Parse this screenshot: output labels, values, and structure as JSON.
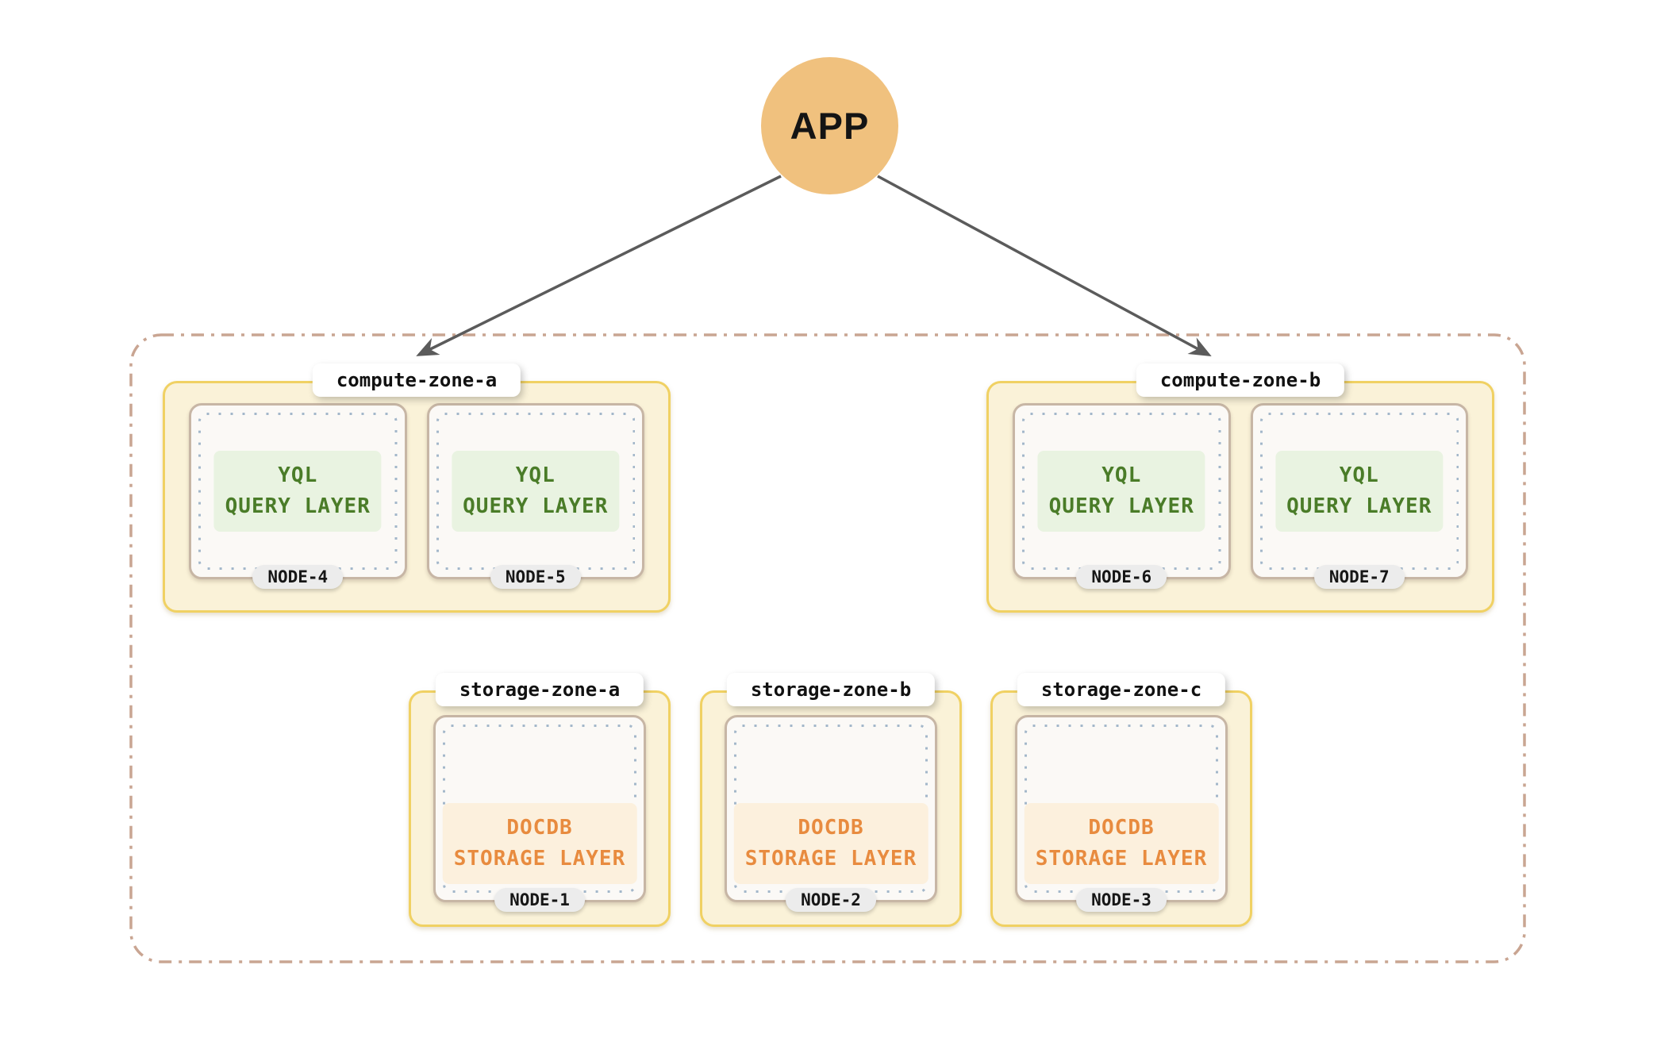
{
  "app": {
    "label": "APP"
  },
  "cluster": {
    "compute_zones": [
      {
        "label": "compute-zone-a",
        "nodes": [
          {
            "name": "NODE-4",
            "layer": {
              "line1": "YQL",
              "line2": "QUERY LAYER"
            }
          },
          {
            "name": "NODE-5",
            "layer": {
              "line1": "YQL",
              "line2": "QUERY LAYER"
            }
          }
        ]
      },
      {
        "label": "compute-zone-b",
        "nodes": [
          {
            "name": "NODE-6",
            "layer": {
              "line1": "YQL",
              "line2": "QUERY LAYER"
            }
          },
          {
            "name": "NODE-7",
            "layer": {
              "line1": "YQL",
              "line2": "QUERY LAYER"
            }
          }
        ]
      }
    ],
    "storage_zones": [
      {
        "label": "storage-zone-a",
        "nodes": [
          {
            "name": "NODE-1",
            "layer": {
              "line1": "DOCDB",
              "line2": "STORAGE LAYER"
            }
          }
        ]
      },
      {
        "label": "storage-zone-b",
        "nodes": [
          {
            "name": "NODE-2",
            "layer": {
              "line1": "DOCDB",
              "line2": "STORAGE LAYER"
            }
          }
        ]
      },
      {
        "label": "storage-zone-c",
        "nodes": [
          {
            "name": "NODE-3",
            "layer": {
              "line1": "DOCDB",
              "line2": "STORAGE LAYER"
            }
          }
        ]
      }
    ]
  },
  "colors": {
    "app_circle": "#f0c17e",
    "arrow": "#5b5b5b",
    "cluster_border": "#c9a592",
    "zone_fill": "#faf2d8",
    "zone_border": "#f0d163",
    "card_fill": "#fbf9f6",
    "card_border": "#c7b6a5",
    "dotted_inner_border": "#a3b7ca",
    "query_layer_text": "#4a7c28",
    "query_layer_bg": "#e9f3e1",
    "storage_layer_text": "#e88b3f",
    "storage_layer_bg": "#fcf0dd",
    "node_pill_bg": "#ececec"
  }
}
